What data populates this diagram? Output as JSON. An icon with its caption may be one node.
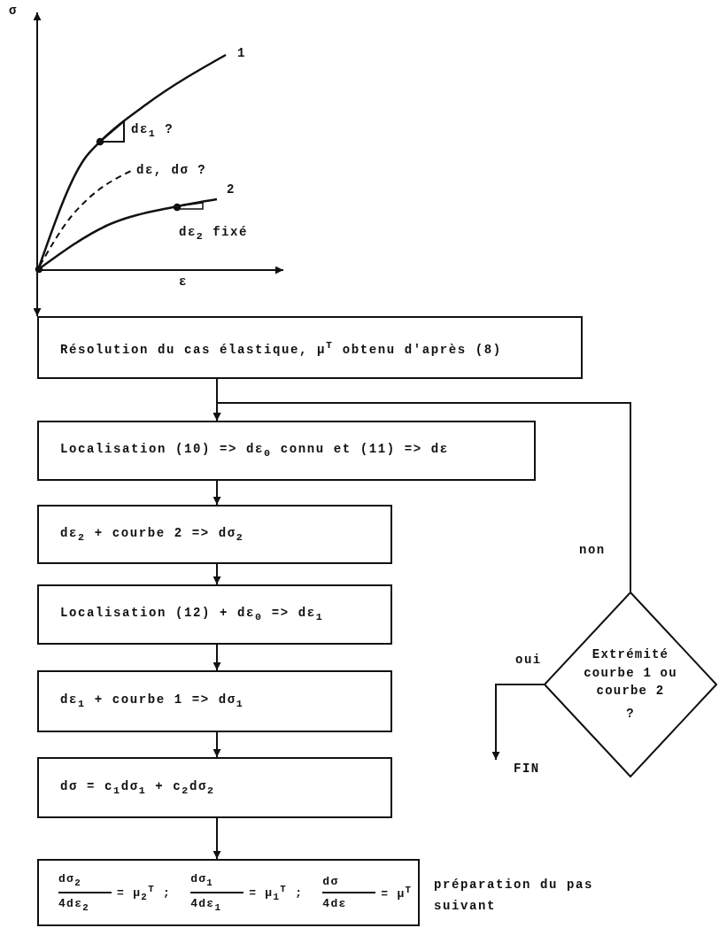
{
  "diagram": {
    "nodes": [
      {
        "text": [
          "σ",
          "1",
          "dε$_{1}$ ?",
          "dε, dσ ?",
          "2",
          "dε$_{2}$ fixé",
          "ε"
        ]
      },
      {
        "text": [
          "Résolution du cas élastique, μ$^{T}$ obtenu d'après (8)"
        ]
      },
      {
        "text": [
          "Localisation (10) => dε$_{0}$ connu et (11) => dε"
        ]
      },
      {
        "text": [
          "dε$_{2}$ + courbe 2 => dσ$_{2}$"
        ]
      },
      {
        "text": [
          "Localisation (12) + dε$_{0}$ => dε$_{1}$"
        ]
      },
      {
        "text": [
          "dε$_{1}$ + courbe 1 => dσ$_{1}$"
        ]
      },
      {
        "text": [
          "dσ = c$_{1}$dσ$_{1}$ + c$_{2}$dσ$_{2}$"
        ]
      },
      {
        "text": [
          "dσ$_{2}$",
          "4dε$_{2}$",
          "= μ$_{2}$$^{T}$ ;",
          "dσ$_{1}$",
          "4dε$_{1}$",
          "= μ$_{1}$$^{T}$ ;",
          "dσ",
          "4dε",
          "= μ$^{T}$"
        ],
        "beside": [
          "préparation du pas suivant"
        ]
      },
      {
        "text": [
          "Extrémité courbe 1 ou courbe 2",
          "?"
        ]
      },
      {
        "text": [
          "FIN"
        ]
      }
    ],
    "edges": [
      {
        "from": 0,
        "to": 1,
        "arrow": "to"
      },
      {
        "from": 1,
        "to": 2,
        "arrow": "to"
      },
      {
        "from": 2,
        "to": 3,
        "arrow": "to"
      },
      {
        "from": 3,
        "to": 4,
        "arrow": "to"
      },
      {
        "from": 4,
        "to": 5,
        "arrow": "to"
      },
      {
        "from": 5,
        "to": 6,
        "arrow": "to"
      },
      {
        "from": 6,
        "to": 7,
        "arrow": "to"
      },
      {
        "from": 8,
        "to": 2,
        "arrow": "to",
        "label": "non"
      },
      {
        "from": 8,
        "to": 9,
        "arrow": "to",
        "label": "oui"
      }
    ]
  }
}
